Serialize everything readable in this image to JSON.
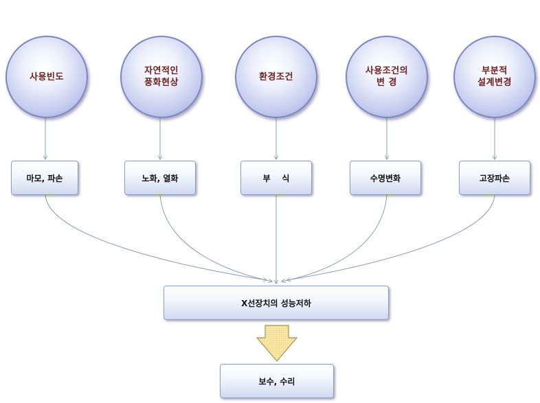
{
  "causes": [
    {
      "label": "사용빈도",
      "effect": "마모, 파손"
    },
    {
      "label": "자연적인\n풍화현상",
      "effect": "노화, 열화"
    },
    {
      "label": "환경조건",
      "effect": "부    식"
    },
    {
      "label": "사용조건의\n변    경",
      "effect": "수명변화"
    },
    {
      "label": "부분적\n설계변경",
      "effect": "고장파손"
    }
  ],
  "result": "X선장치의 성능저하",
  "final": "보수, 수리",
  "colors": {
    "circle_text": "#6e1f1f",
    "circle_border": "#7b86c2",
    "line": "#8a9bb0",
    "arrow_fill": "#fbe7a6",
    "arrow_stroke": "#a69254"
  }
}
